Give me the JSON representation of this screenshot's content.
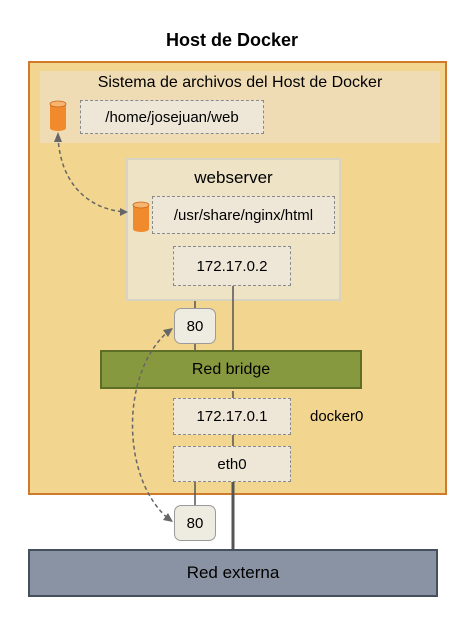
{
  "title": "Host de Docker",
  "host_fs": {
    "label": "Sistema de archivos del Host de Docker",
    "path": "/home/josejuan/web"
  },
  "container": {
    "name": "webserver",
    "path": "/usr/share/nginx/html",
    "ip": "172.17.0.2",
    "port": "80"
  },
  "bridge": {
    "label": "Red bridge",
    "ip": "172.17.0.1",
    "interface": "docker0"
  },
  "host_iface": "eth0",
  "host_port": "80",
  "external": "Red externa",
  "colors": {
    "host_fill": "#f2d58f",
    "host_border": "#d17a2b",
    "bridge_fill": "#87993f",
    "external_fill": "#8a93a3",
    "cylinder": "#f08a2c"
  }
}
